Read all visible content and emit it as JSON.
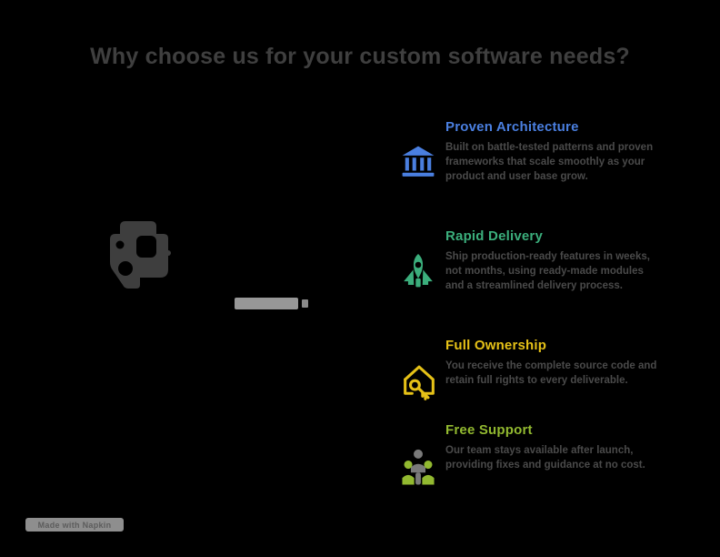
{
  "page": {
    "background": "#000000"
  },
  "title": {
    "text": "Why choose us for your custom software needs?",
    "color": "#3f3f3f"
  },
  "illustration": {
    "name": "dark-sketch-figure",
    "color": "#3e3e3e",
    "caption_bar_color": "#979797"
  },
  "features": [
    {
      "title": "Proven Architecture",
      "color": "#4a7fe0",
      "icon": "bank-icon",
      "description": "Built on battle-tested patterns and proven frameworks that scale smoothly as your product and user base grow."
    },
    {
      "title": "Rapid Delivery",
      "color": "#3bae7c",
      "icon": "rocket-icon",
      "description": "Ship production-ready features in weeks, not months, using ready-made modules and a streamlined delivery process."
    },
    {
      "title": "Full Ownership",
      "color": "#e5c117",
      "icon": "house-key-icon",
      "description": "You receive the complete source code and retain full rights to every deliverable."
    },
    {
      "title": "Free Support",
      "color": "#92b930",
      "icon": "people-icon",
      "description": "Our team stays available after launch, providing fixes and guidance at no cost."
    }
  ],
  "watermark": {
    "text": "Made with Napkin"
  }
}
